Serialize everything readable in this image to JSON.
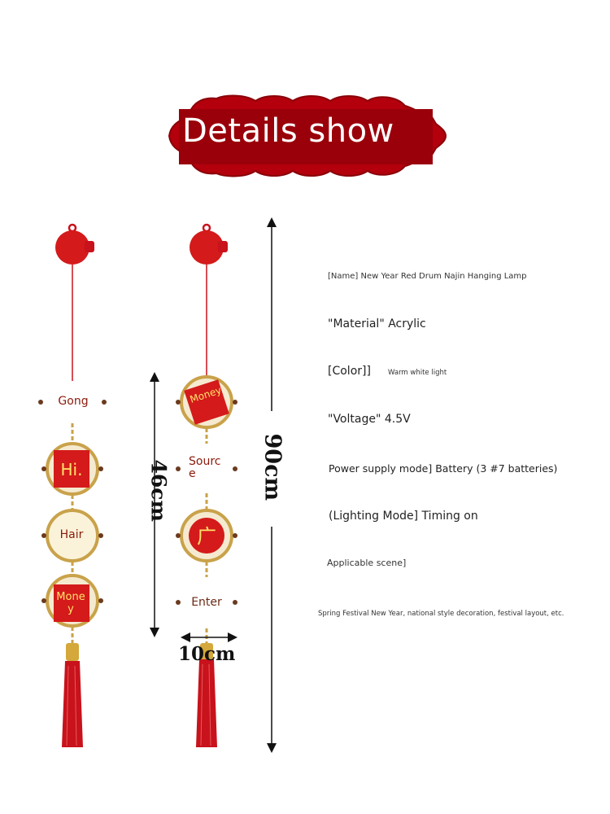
{
  "header": {
    "title": "Details show"
  },
  "lamps": {
    "left": {
      "discs": [
        {
          "label": "Gong"
        },
        {
          "label": "Hi."
        },
        {
          "label": "Hair"
        },
        {
          "label": "Money"
        }
      ]
    },
    "right": {
      "discs": [
        {
          "label": "Money"
        },
        {
          "label": "Source"
        },
        {
          "label": "广"
        },
        {
          "label": "Enter"
        }
      ]
    }
  },
  "dimensions": {
    "string_length": "46cm",
    "total_length": "90cm",
    "width": "10cm"
  },
  "specs": {
    "name": "[Name] New Year Red Drum Najin Hanging Lamp",
    "material": "\"Material\" Acrylic",
    "color_label": "[Color]]",
    "color_value": "Warm white light",
    "voltage": "\"Voltage\" 4.5V",
    "power": "Power supply mode] Battery (3 #7 batteries)",
    "lighting": "(Lighting Mode] Timing on",
    "scene_label": "Applicable scene]",
    "scene_value": "Spring Festival New Year, national style decoration, festival layout, etc."
  },
  "colors": {
    "banner": "#b3000c",
    "red": "#d41a1a",
    "gold": "#c9a24a",
    "tassel": "#c8121c"
  }
}
